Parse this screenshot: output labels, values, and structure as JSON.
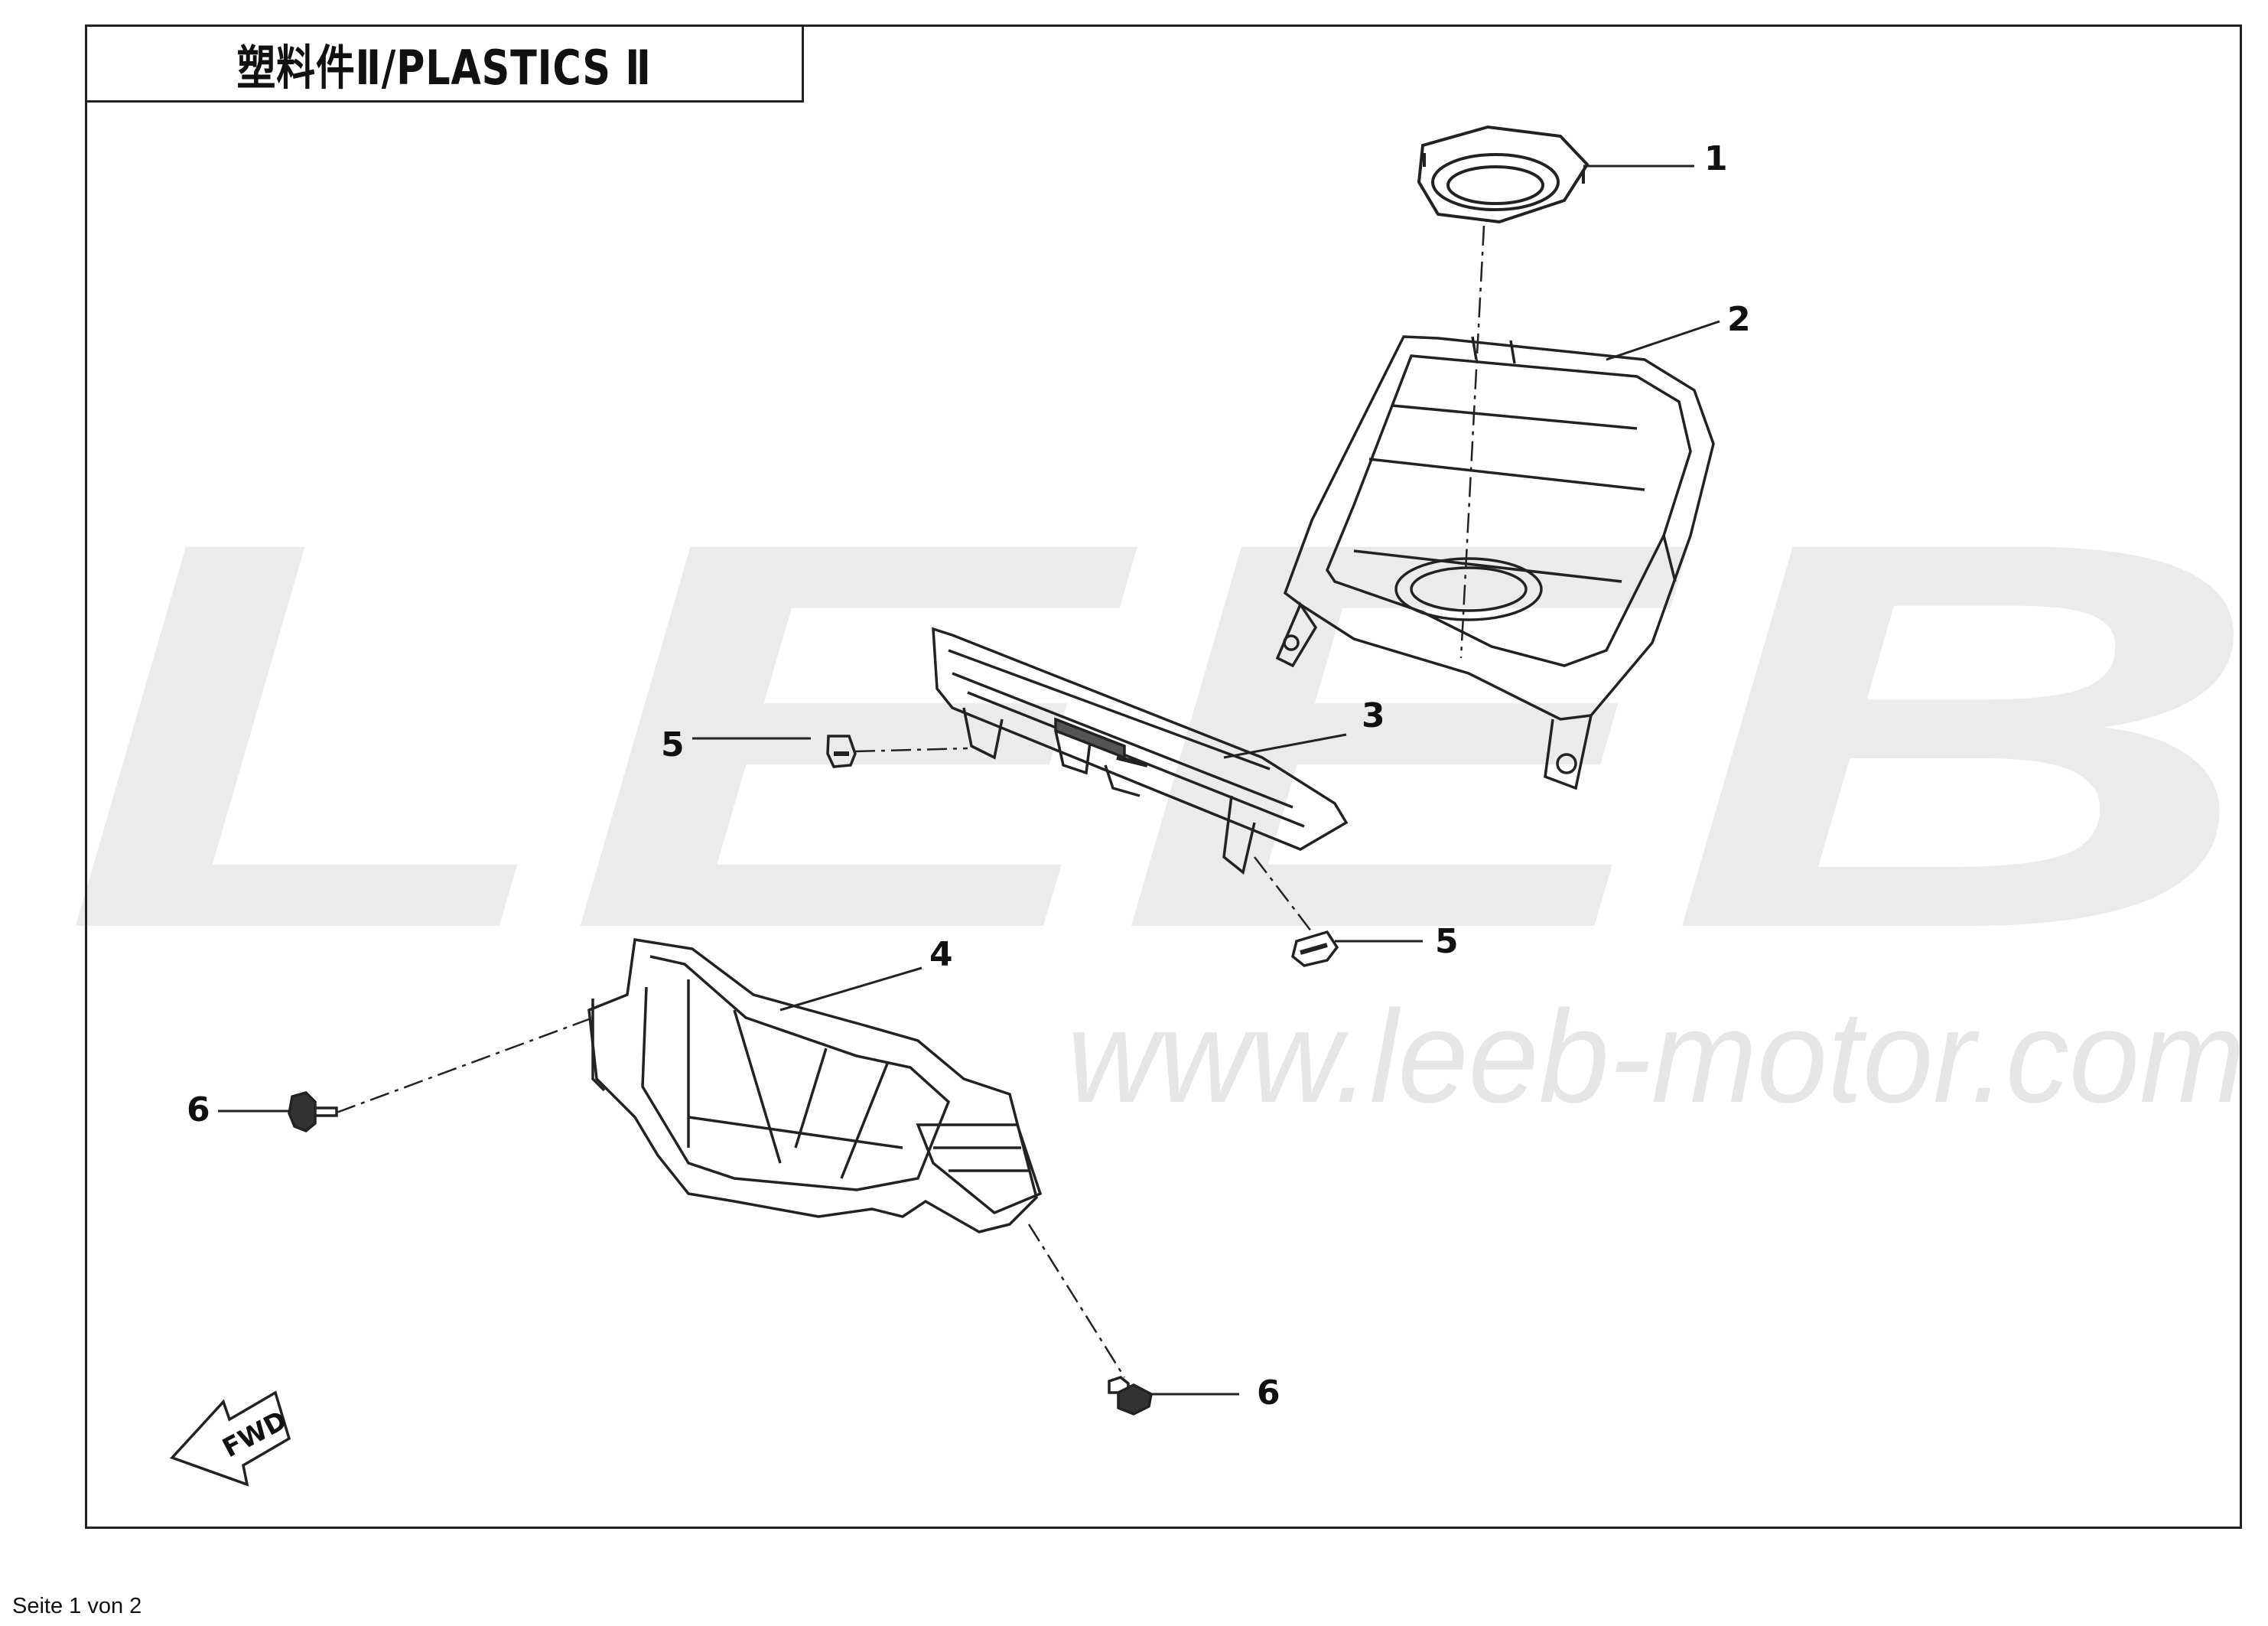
{
  "title": "塑料件Ⅱ/PLASTICS Ⅱ",
  "watermark": {
    "logo": "LEEB",
    "url": "www.leeb-motor.com",
    "color": "#ebebeb"
  },
  "callouts": [
    "1",
    "2",
    "3",
    "4",
    "5",
    "5",
    "6",
    "6"
  ],
  "fwd_label": "FWD",
  "footer": "Seite 1 von 2",
  "colors": {
    "line": "#222222",
    "background": "#ffffff"
  }
}
